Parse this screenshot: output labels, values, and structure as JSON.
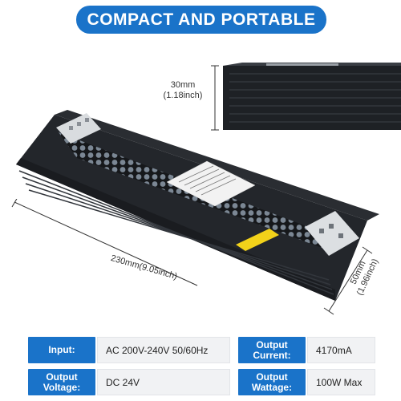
{
  "banner": {
    "title": "COMPACT AND PORTABLE"
  },
  "dimensions": {
    "height_mm": "30mm",
    "height_inch": "(1.18inch)",
    "length": "230mm(9.05inch)",
    "width_mm": "50mm",
    "width_inch": "(1.96inch)"
  },
  "specs": {
    "input_label": "Input:",
    "input_value": "AC 200V-240V 50/60Hz",
    "output_current_label_1": "Output",
    "output_current_label_2": "Current:",
    "output_current_value": "4170mA",
    "output_voltage_label_1": "Output",
    "output_voltage_label_2": "Voltage:",
    "output_voltage_value": "DC 24V",
    "output_wattage_label_1": "Output",
    "output_wattage_label_2": "Wattage:",
    "output_wattage_value": "100W  Max"
  },
  "product": {
    "icon": "led-power-supply-illustration",
    "colors": {
      "body": "#1f2226",
      "accent": "#1a73c9"
    }
  }
}
